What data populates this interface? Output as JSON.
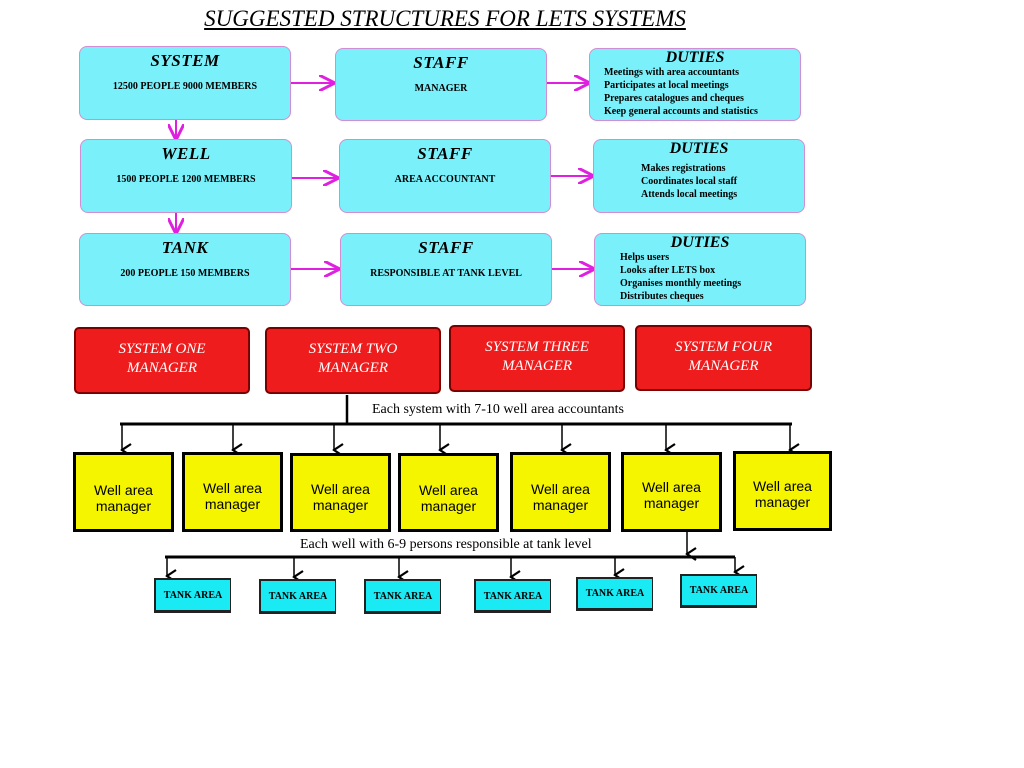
{
  "title": "SUGGESTED STRUCTURES FOR LETS SYSTEMS",
  "levels": [
    {
      "name": "SYSTEM",
      "size": "12500 PEOPLE 9000 MEMBERS",
      "staff_head": "STAFF",
      "staff_role": "MANAGER",
      "duties_head": "DUTIES",
      "duties": [
        "Meetings with area accountants",
        "Participates at local meetings",
        "Prepares catalogues and cheques",
        "Keep general accounts and statistics"
      ]
    },
    {
      "name": "WELL",
      "size": "1500 PEOPLE 1200 MEMBERS",
      "staff_head": "STAFF",
      "staff_role": "AREA ACCOUNTANT",
      "duties_head": "DUTIES",
      "duties": [
        "Makes registrations",
        "Coordinates local staff",
        "Attends local meetings"
      ]
    },
    {
      "name": "TANK",
      "size": "200 PEOPLE 150 MEMBERS",
      "staff_head": "STAFF",
      "staff_role": "RESPONSIBLE AT TANK LEVEL",
      "duties_head": "DUTIES",
      "duties": [
        "Helps users",
        "Looks after LETS box",
        "Organises monthly meetings",
        "Distributes cheques"
      ]
    }
  ],
  "managers": [
    {
      "line1": "SYSTEM ONE",
      "line2": "MANAGER"
    },
    {
      "line1": "SYSTEM TWO",
      "line2": "MANAGER"
    },
    {
      "line1": "SYSTEM THREE",
      "line2": "MANAGER"
    },
    {
      "line1": "SYSTEM FOUR",
      "line2": "MANAGER"
    }
  ],
  "system_note": "Each system with 7-10 well area accountants",
  "well_managers": [
    {
      "line1": "Well area",
      "line2": "manager"
    },
    {
      "line1": "Well area",
      "line2": "manager"
    },
    {
      "line1": "Well area",
      "line2": "manager"
    },
    {
      "line1": "Well area",
      "line2": "manager"
    },
    {
      "line1": "Well area",
      "line2": "manager"
    },
    {
      "line1": "Well area",
      "line2": "manager"
    },
    {
      "line1": "Well area",
      "line2": "manager"
    }
  ],
  "well_note": "Each well with 6-9 persons responsible at tank level",
  "tank_areas": [
    "TANK AREA",
    "TANK AREA",
    "TANK AREA",
    "TANK AREA",
    "TANK AREA",
    "TANK AREA"
  ],
  "colors": {
    "cyan": "#79f0fa",
    "red": "#ee1c1c",
    "yellow": "#f6f500",
    "tank": "#1aeaf4",
    "arrow": "#e020e0"
  }
}
